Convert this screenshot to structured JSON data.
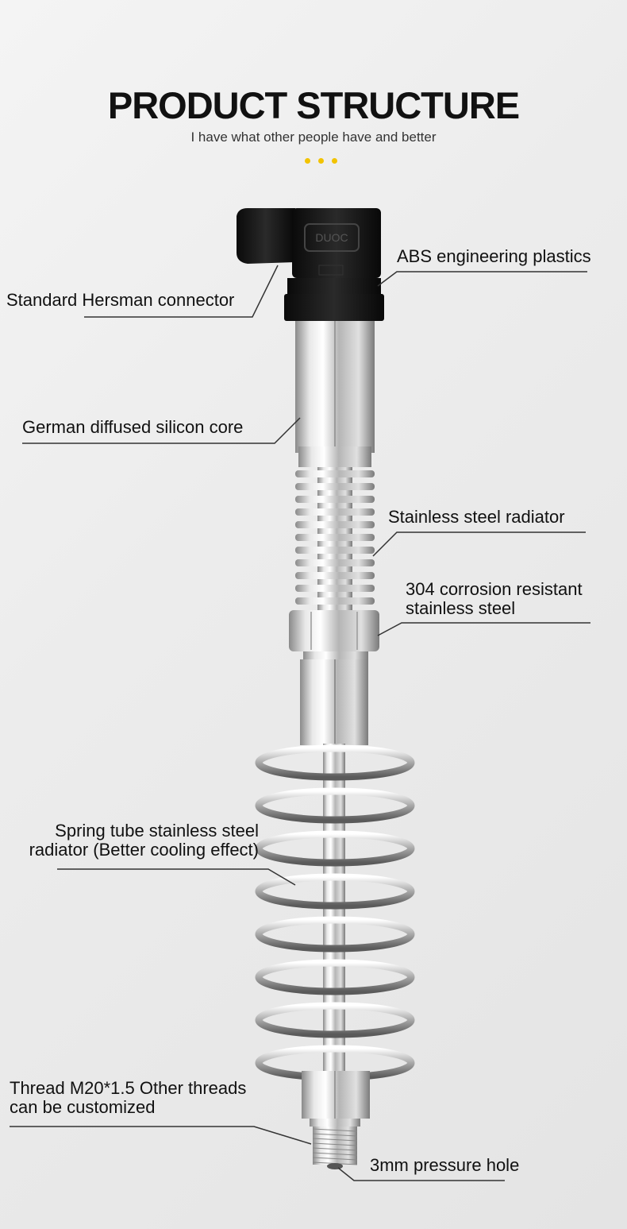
{
  "header": {
    "title": "PRODUCT STRUCTURE",
    "subtitle": "I have what other people have and better"
  },
  "accent_color": "#f2c300",
  "connector_logo": "DUOC",
  "callouts": {
    "abs": "ABS engineering plastics",
    "hersman": "Standard Hersman connector",
    "core": "German diffused silicon core",
    "radiator": "Stainless steel radiator",
    "steel_line1": "304 corrosion resistant",
    "steel_line2": "stainless steel",
    "spring_line1": "Spring tube stainless steel",
    "spring_line2": "radiator (Better cooling effect)",
    "thread_line1": "Thread M20*1.5 Other threads",
    "thread_line2": "can be customized",
    "hole": "3mm pressure hole"
  }
}
